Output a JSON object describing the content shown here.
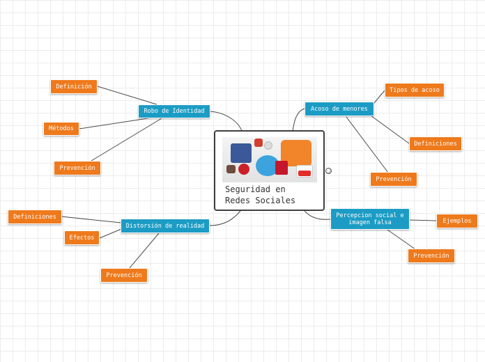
{
  "central": {
    "title": "Seguridad en Redes Sociales"
  },
  "branches": [
    {
      "label": "Robo de Identidad",
      "children": [
        "Definición",
        "Métodos",
        "Prevención"
      ]
    },
    {
      "label": "Acoso de menores",
      "children": [
        "Tipos de acoso",
        "Definiciones",
        "Prevención"
      ]
    },
    {
      "label": "Distorsión de realidad",
      "children": [
        "Definiciones",
        "Efectos",
        "Prevención"
      ]
    },
    {
      "label": "Percepcion social e imagen falsa",
      "children": [
        "Ejemplos",
        "Prevención"
      ]
    }
  ],
  "icons": [
    "facebook-icon",
    "google-plus-icon",
    "twitter-icon",
    "rss-icon",
    "pinterest-icon",
    "instagram-icon",
    "youtube-icon",
    "globe-icon"
  ],
  "colors": {
    "main_topic": "#1c9cc4",
    "subtopic": "#ee7a1c",
    "connector": "#4a4a4a"
  }
}
